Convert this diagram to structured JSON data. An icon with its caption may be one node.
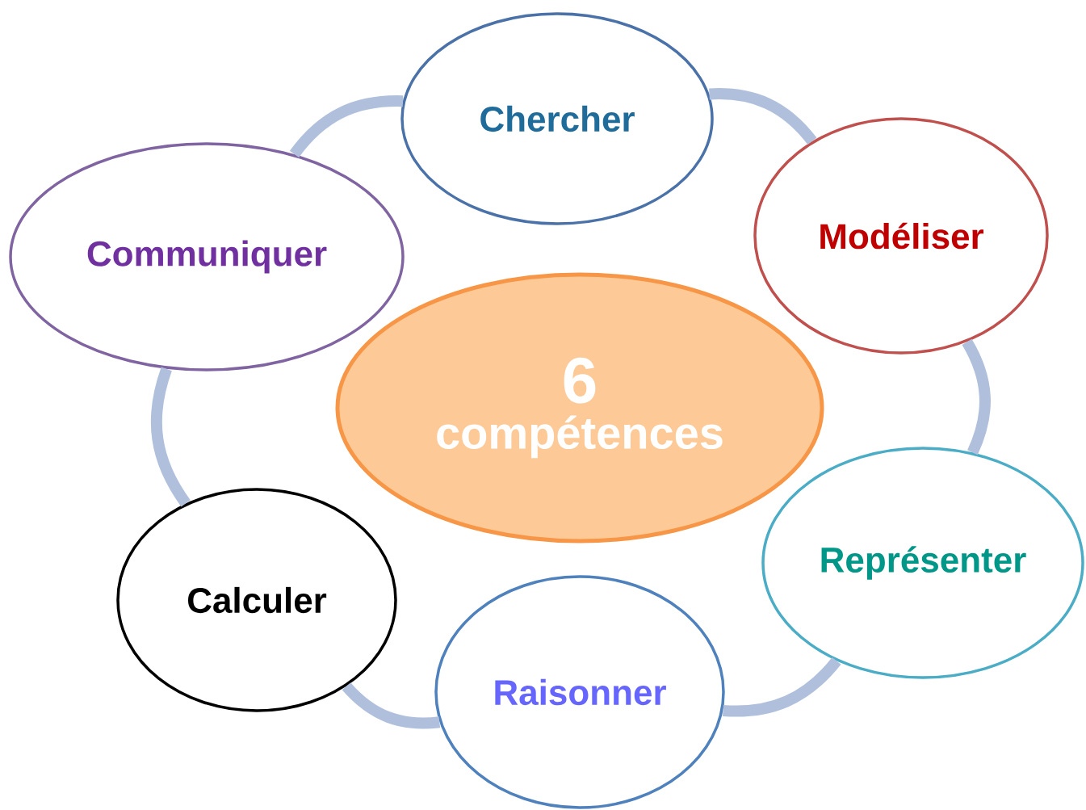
{
  "diagram": {
    "nodes": [
      {
        "text": [
          "6",
          "compétences"
        ]
      },
      {
        "text": [
          "Chercher"
        ]
      },
      {
        "text": [
          "Modéliser"
        ]
      },
      {
        "text": [
          "Représenter"
        ]
      },
      {
        "text": [
          "Raisonner"
        ]
      },
      {
        "text": [
          "Calculer"
        ]
      },
      {
        "text": [
          "Communiquer"
        ]
      }
    ],
    "edges": [
      {
        "from": 1,
        "to": 2,
        "arrow": "none"
      },
      {
        "from": 2,
        "to": 3,
        "arrow": "none"
      },
      {
        "from": 3,
        "to": 4,
        "arrow": "none"
      },
      {
        "from": 4,
        "to": 5,
        "arrow": "none"
      },
      {
        "from": 5,
        "to": 6,
        "arrow": "none"
      },
      {
        "from": 6,
        "to": 1,
        "arrow": "none"
      }
    ]
  }
}
